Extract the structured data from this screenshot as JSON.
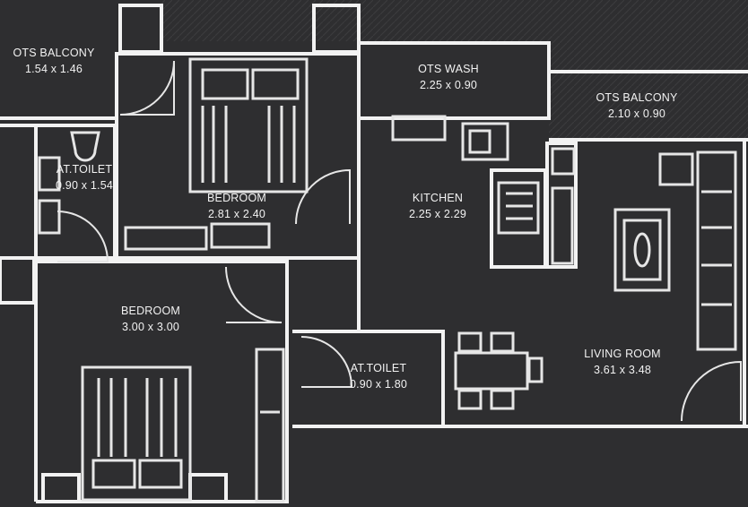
{
  "colors": {
    "background": "#2e2e30",
    "wall": "#f2f2f2",
    "fixture": "#e6e6e6",
    "label": "#f2f2f2"
  },
  "rooms": {
    "ots_balcony_left": {
      "name": "OTS BALCONY",
      "size": "1.54 x 1.46"
    },
    "at_toilet_left": {
      "name": "AT.TOILET",
      "size": "0.90 x 1.54"
    },
    "bedroom_top": {
      "name": "BEDROOM",
      "size": "2.81 x 2.40"
    },
    "ots_wash": {
      "name": "OTS WASH",
      "size": "2.25 x 0.90"
    },
    "ots_balcony_right": {
      "name": "OTS  BALCONY",
      "size": "2.10 x 0.90"
    },
    "kitchen": {
      "name": "KITCHEN",
      "size": "2.25 x 2.29"
    },
    "bedroom_bottom": {
      "name": "BEDROOM",
      "size": "3.00 x 3.00"
    },
    "at_toilet_center": {
      "name": "AT.TOILET",
      "size": "0.90 x 1.80"
    },
    "living_room": {
      "name": "LIVING ROOM",
      "size": "3.61 x 3.48"
    }
  },
  "fixtures": [
    "bed-icon",
    "bed-icon",
    "sofa-icon",
    "dining-table-icon",
    "toilet-icon",
    "sink-icon",
    "stove-icon",
    "tv-unit-icon",
    "door-swing-icon"
  ]
}
